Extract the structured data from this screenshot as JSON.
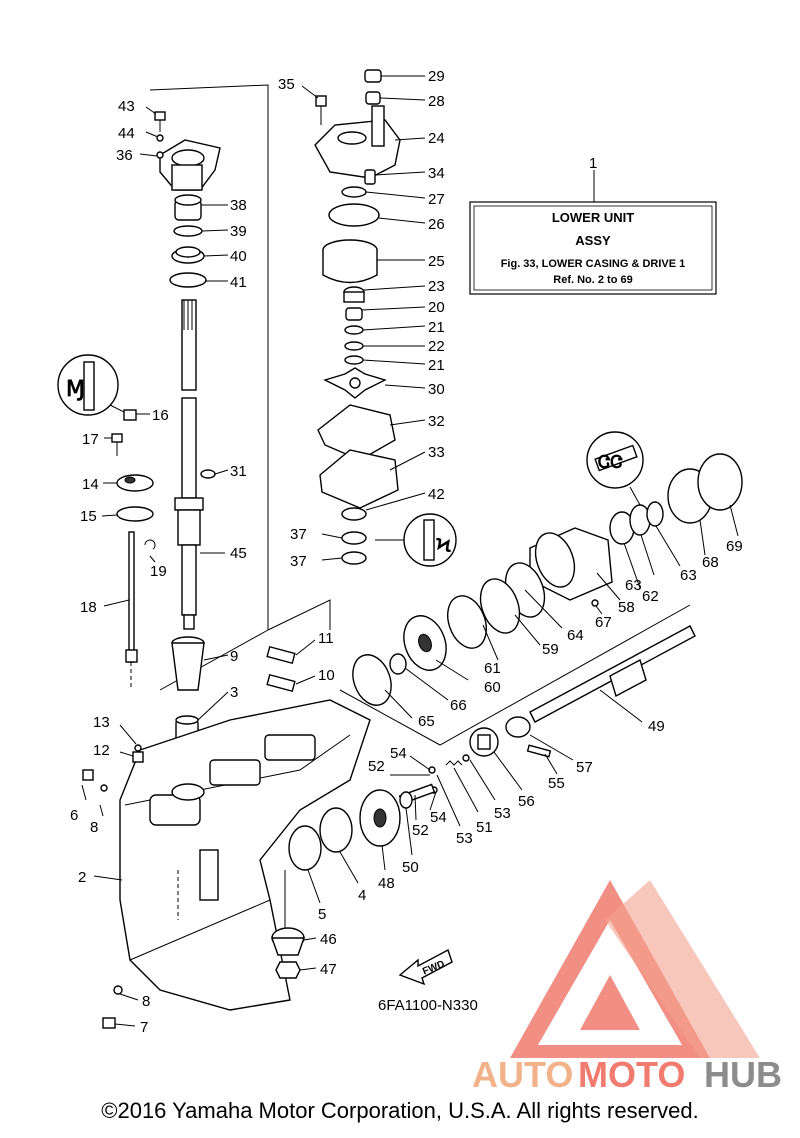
{
  "title_box": {
    "number": "1",
    "line1": "LOWER UNIT",
    "line2": "ASSY",
    "line3": "Fig. 33, LOWER CASING & DRIVE 1",
    "line4": "Ref. No. 2 to 69"
  },
  "diagram_code": "6FA1100-N330",
  "fwd_label": "FWD",
  "watermark": {
    "part1": "AUTO",
    "part2": "MOTO",
    "part3": "HUB",
    "colors": [
      "#f2b38a",
      "#f07b6e",
      "#8c8c8c"
    ]
  },
  "copyright": "©2016 Yamaha Motor Corporation, U.S.A. All rights reserved.",
  "callouts": [
    "29",
    "28",
    "35",
    "24",
    "43",
    "44",
    "36",
    "34",
    "27",
    "38",
    "26",
    "39",
    "40",
    "25",
    "41",
    "23",
    "20",
    "21",
    "22",
    "21",
    "30",
    "16",
    "32",
    "17",
    "33",
    "31",
    "14",
    "42",
    "15",
    "37",
    "45",
    "37",
    "19",
    "18",
    "11",
    "9",
    "10",
    "3",
    "65",
    "66",
    "60",
    "61",
    "59",
    "64",
    "58",
    "62",
    "63",
    "63",
    "68",
    "69",
    "67",
    "13",
    "12",
    "49",
    "54",
    "52",
    "57",
    "6",
    "8",
    "55",
    "56",
    "53",
    "51",
    "53",
    "54",
    "52",
    "50",
    "48",
    "4",
    "2",
    "5",
    "46",
    "47",
    "8",
    "7"
  ]
}
